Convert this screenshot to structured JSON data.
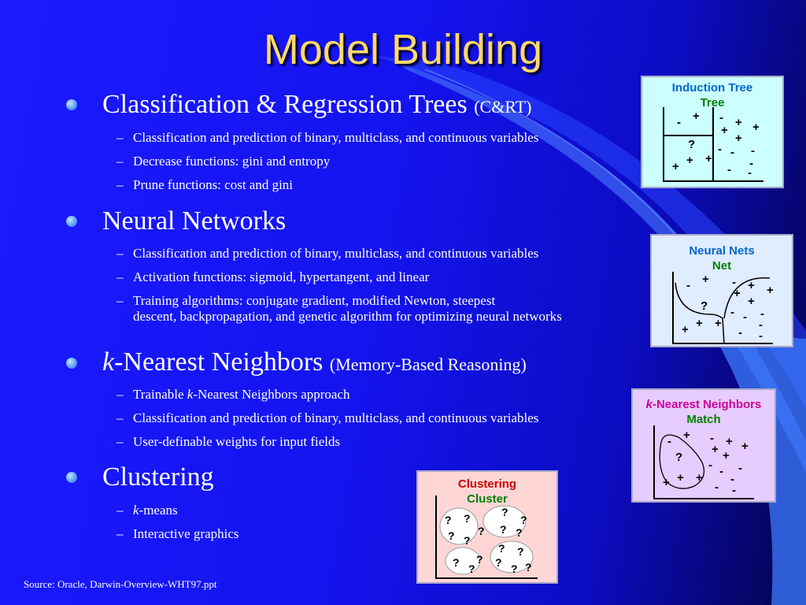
{
  "slide": {
    "title": "Model Building",
    "source": "Source:  Oracle, Darwin-Overview-WHT97.ppt"
  },
  "bullets": [
    {
      "main": "Classification & Regression Trees",
      "paren": "(C&RT)",
      "subs": [
        "Classification and prediction of binary, multiclass, and continuous variables",
        "Decrease functions:  gini and entropy",
        "Prune functions:  cost and gini"
      ]
    },
    {
      "main": "Neural Networks",
      "subs": [
        "Classification and prediction of binary, multiclass, and continuous variables",
        "Activation functions:  sigmoid, hypertangent, and linear",
        "Training algorithms:  conjugate gradient, modified Newton, steepest",
        "descent, backpropagation, and genetic algorithm for optimizing neural networks"
      ]
    },
    {
      "main_k": "k",
      "main": "-Nearest Neighbors",
      "paren": "(Memory-Based Reasoning)",
      "subs": [
        "Trainable ",
        "k",
        "-Nearest Neighbors approach",
        "Classification and prediction of binary, multiclass, and continuous variables",
        "User-definable weights for input fields"
      ]
    },
    {
      "main": "Clustering",
      "subs": [
        "k",
        "-means",
        "Interactive graphics"
      ]
    }
  ],
  "panels": {
    "tree": {
      "line1": "Induction Tree",
      "line2": "Tree",
      "bg": "#ccffff",
      "title_color": "#0066cc",
      "title2_color": "#008000"
    },
    "net": {
      "line1": "Neural Nets",
      "line2": "Net",
      "bg": "#e0ecff",
      "title_color": "#0066cc",
      "title2_color": "#008000"
    },
    "knn": {
      "line1_k": "k",
      "line1": "-Nearest Neighbors",
      "line2": "Match",
      "bg": "#e6ccff",
      "title_color": "#cc0099",
      "title2_color": "#008000"
    },
    "cluster": {
      "line1": "Clustering",
      "line2": "Cluster",
      "bg": "#ffd6d6",
      "title_color": "#cc0000",
      "title2_color": "#008000"
    }
  },
  "symbols": {
    "tree": [
      "-",
      "+",
      "-",
      "+",
      "+",
      "+",
      "+",
      "?",
      "-",
      "-",
      "-",
      "+",
      "+",
      "+",
      "-",
      "-",
      "-"
    ],
    "net": [
      "-",
      "+",
      "-",
      "+",
      "+",
      "+",
      "+",
      "?",
      "-",
      "-",
      "-",
      "+",
      "+",
      "+",
      "-",
      "-",
      "-"
    ],
    "knn": [
      "-",
      "+",
      "-",
      "+",
      "+",
      "+",
      "+",
      "?",
      "-",
      "-",
      "-",
      "+",
      "+",
      "+",
      "-",
      "-",
      "-"
    ],
    "cluster": [
      "?",
      "?",
      "?",
      "?",
      "?",
      "?",
      "?",
      "?",
      "?",
      "?",
      "?",
      "?",
      "?",
      "?",
      "?",
      "?",
      "?"
    ]
  }
}
